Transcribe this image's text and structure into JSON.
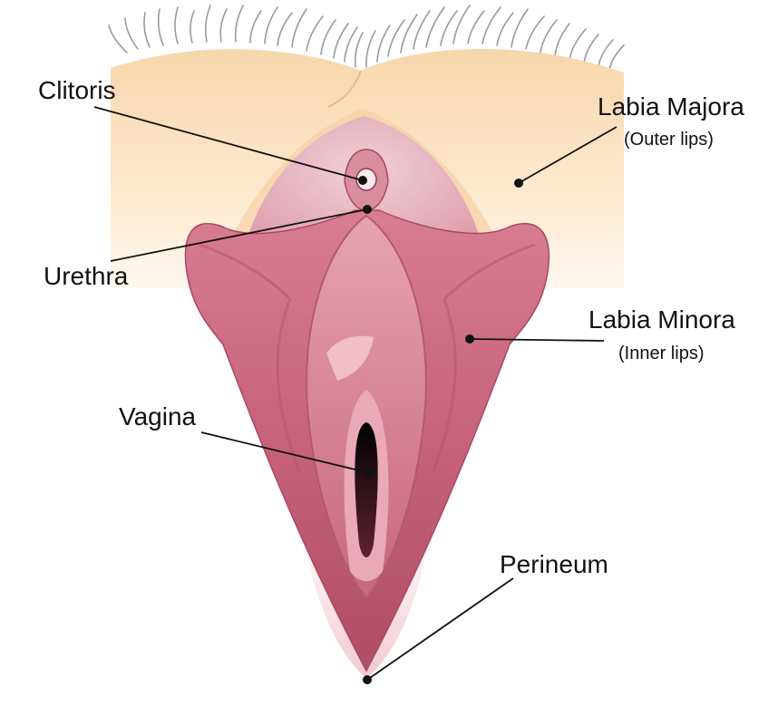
{
  "diagram": {
    "labels": {
      "clitoris": "Clitoris",
      "urethra": "Urethra",
      "vagina": "Vagina",
      "labia_majora": "Labia Majora",
      "labia_majora_sub": "(Outer lips)",
      "labia_minora": "Labia Minora",
      "labia_minora_sub": "(Inner lips)",
      "perineum": "Perineum"
    },
    "colors": {
      "skin_light": "#fde9cc",
      "skin_mid": "#f6d3a6",
      "tissue_light": "#e3a8b5",
      "tissue_mid": "#c96a80",
      "tissue_dark": "#9e3c55",
      "opening": "#1a0a0d",
      "hair": "#9a9a9a",
      "leader": "#111111"
    }
  }
}
